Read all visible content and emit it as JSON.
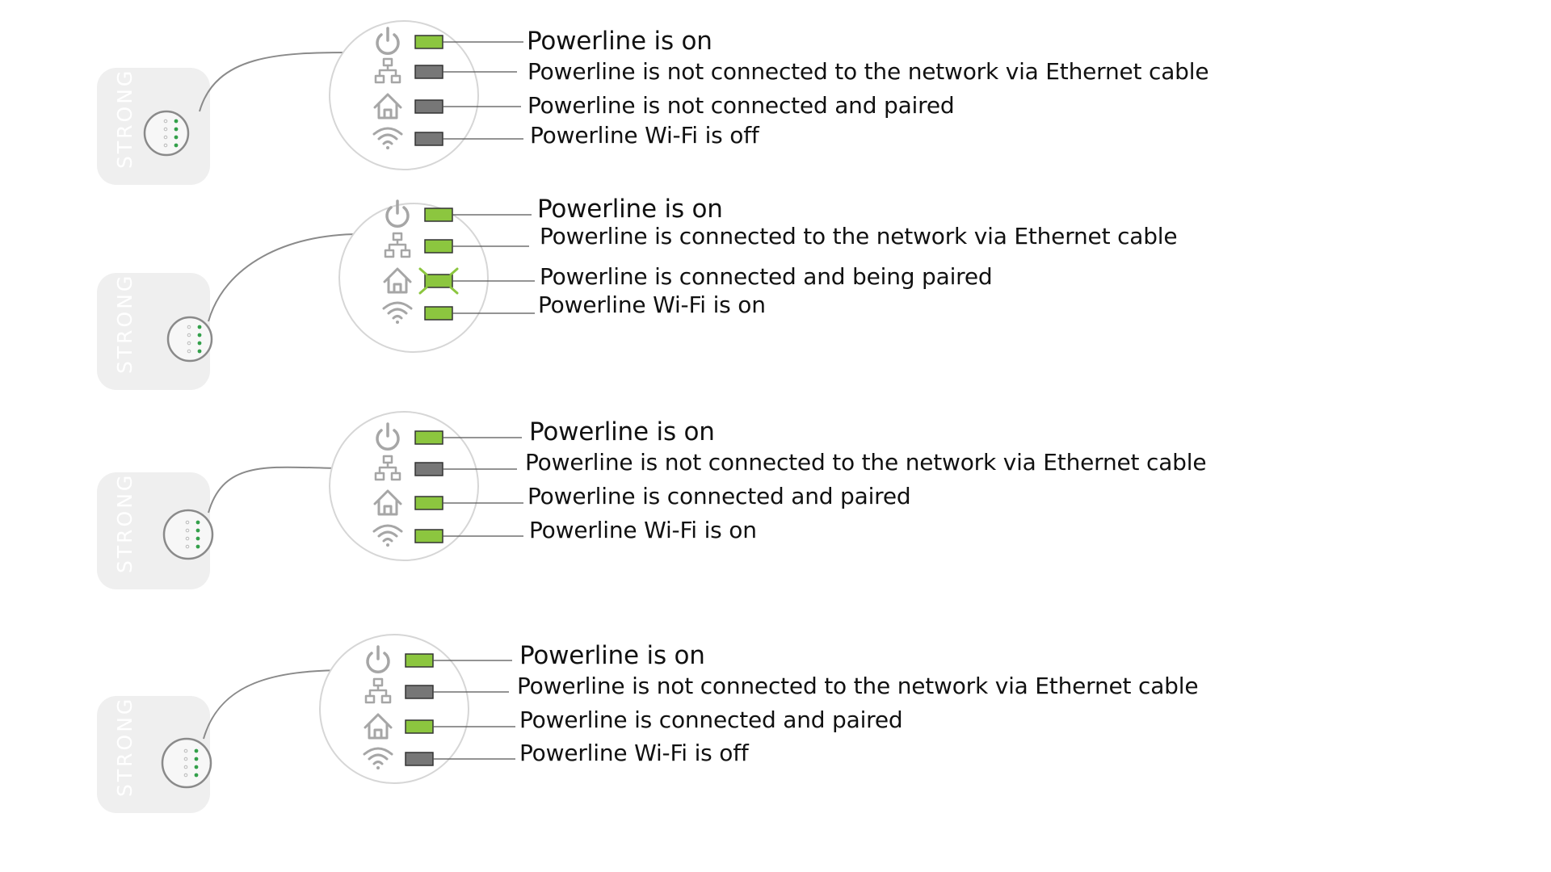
{
  "colors": {
    "led_on": "#8cc63f",
    "led_off": "#777777",
    "icon": "#a6a6a6",
    "leader": "#555555",
    "device_body": "#efefef"
  },
  "device_brand": "STRONG",
  "indicator_icons": [
    "power-icon",
    "ethernet-icon",
    "home-icon",
    "wifi-icon"
  ],
  "panels": [
    {
      "leds": [
        {
          "icon": "power-icon",
          "state": "on",
          "label": "Powerline is on"
        },
        {
          "icon": "ethernet-icon",
          "state": "off",
          "label": "Powerline is not connected to the network via Ethernet cable"
        },
        {
          "icon": "home-icon",
          "state": "off",
          "label": "Powerline is not connected and paired"
        },
        {
          "icon": "wifi-icon",
          "state": "off",
          "label": "Powerline Wi-Fi is off"
        }
      ]
    },
    {
      "leds": [
        {
          "icon": "power-icon",
          "state": "on",
          "label": "Powerline is on"
        },
        {
          "icon": "ethernet-icon",
          "state": "on",
          "label": "Powerline is connected to the network via Ethernet cable"
        },
        {
          "icon": "home-icon",
          "state": "blinking",
          "label": "Powerline is connected and being paired"
        },
        {
          "icon": "wifi-icon",
          "state": "on",
          "label": "Powerline Wi-Fi is on"
        }
      ]
    },
    {
      "leds": [
        {
          "icon": "power-icon",
          "state": "on",
          "label": "Powerline is on"
        },
        {
          "icon": "ethernet-icon",
          "state": "off",
          "label": "Powerline is not connected to the network via Ethernet cable"
        },
        {
          "icon": "home-icon",
          "state": "on",
          "label": "Powerline is connected and paired"
        },
        {
          "icon": "wifi-icon",
          "state": "on",
          "label": "Powerline Wi-Fi is on"
        }
      ]
    },
    {
      "leds": [
        {
          "icon": "power-icon",
          "state": "on",
          "label": "Powerline is on"
        },
        {
          "icon": "ethernet-icon",
          "state": "off",
          "label": "Powerline is not connected to the network via Ethernet cable"
        },
        {
          "icon": "home-icon",
          "state": "on",
          "label": "Powerline is connected and paired"
        },
        {
          "icon": "wifi-icon",
          "state": "off",
          "label": "Powerline Wi-Fi is off"
        }
      ]
    }
  ]
}
